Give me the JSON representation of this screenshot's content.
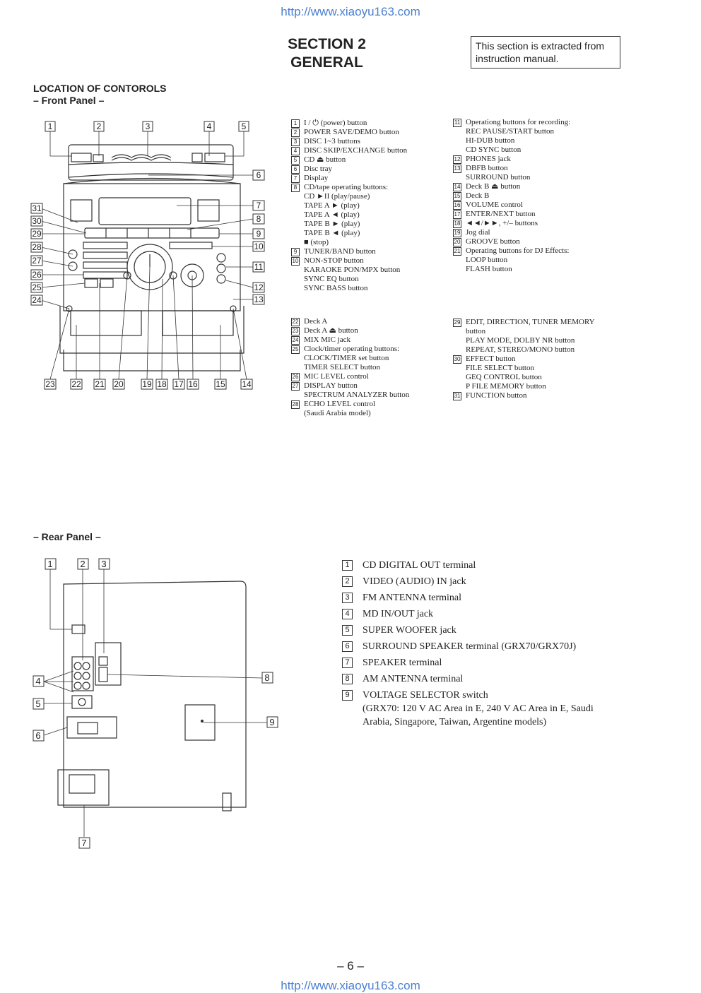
{
  "header": {
    "url": "http://www.xiaoyu163.com"
  },
  "footer": {
    "url": "http://www.xiaoyu163.com",
    "page_number": "– 6 –"
  },
  "section": {
    "line1": "SECTION  2",
    "line2": "GENERAL"
  },
  "note": "This section is extracted from instruction manual.",
  "location_heading": "LOCATION  OF  CONTOROLS",
  "front_panel_heading": "– Front Panel –",
  "rear_panel_heading": "– Rear Panel –",
  "front_callouts": [
    "1",
    "2",
    "3",
    "4",
    "5",
    "6",
    "7",
    "8",
    "9",
    "10",
    "11",
    "12",
    "13",
    "14",
    "15",
    "16",
    "17",
    "18",
    "19",
    "20",
    "21",
    "22",
    "23",
    "24",
    "25",
    "26",
    "27",
    "28",
    "29",
    "30",
    "31"
  ],
  "rear_callouts": [
    "1",
    "2",
    "3",
    "4",
    "5",
    "6",
    "7",
    "8",
    "9"
  ],
  "front_list_col1": [
    {
      "num": "1",
      "lines": [
        "I / ⏻ (power) button"
      ]
    },
    {
      "num": "2",
      "lines": [
        "POWER SAVE/DEMO button"
      ]
    },
    {
      "num": "3",
      "lines": [
        "DISC 1~3 buttons"
      ]
    },
    {
      "num": "4",
      "lines": [
        "DISC SKIP/EXCHANGE button"
      ]
    },
    {
      "num": "5",
      "lines": [
        "CD ⏏ button"
      ]
    },
    {
      "num": "6",
      "lines": [
        "Disc tray"
      ]
    },
    {
      "num": "7",
      "lines": [
        "Display"
      ]
    },
    {
      "num": "8",
      "lines": [
        "CD/tape operating buttons:",
        "CD ►II (play/pause)",
        "TAPE A ► (play)",
        "TAPE A ◄ (play)",
        "TAPE B ► (play)",
        "TAPE B ◄ (play)",
        "■ (stop)"
      ]
    },
    {
      "num": "9",
      "lines": [
        "TUNER/BAND button"
      ]
    },
    {
      "num": "10",
      "lines": [
        "NON-STOP button",
        "KARAOKE PON/MPX button",
        "SYNC EQ button",
        "SYNC BASS button"
      ]
    }
  ],
  "front_list_col1b": [
    {
      "num": "22",
      "lines": [
        "Deck A"
      ]
    },
    {
      "num": "23",
      "lines": [
        "Deck A ⏏ button"
      ]
    },
    {
      "num": "24",
      "lines": [
        "MIX MIC jack"
      ]
    },
    {
      "num": "25",
      "lines": [
        "Clock/timer operating buttons:",
        "CLOCK/TIMER set button",
        "TIMER SELECT button"
      ]
    },
    {
      "num": "26",
      "lines": [
        "MIC LEVEL control"
      ]
    },
    {
      "num": "27",
      "lines": [
        "DISPLAY button",
        "SPECTRUM ANALYZER button"
      ]
    },
    {
      "num": "28",
      "lines": [
        "ECHO LEVEL control",
        "(Saudi Arabia model)"
      ]
    }
  ],
  "front_list_col2": [
    {
      "num": "11",
      "lines": [
        "Operationg buttons for recording:",
        "REC PAUSE/START button",
        "HI-DUB button",
        "CD SYNC button"
      ]
    },
    {
      "num": "12",
      "lines": [
        "PHONES jack"
      ]
    },
    {
      "num": "13",
      "lines": [
        "DBFB button",
        "SURROUND button"
      ]
    },
    {
      "num": "14",
      "lines": [
        "Deck B ⏏ button"
      ]
    },
    {
      "num": "15",
      "lines": [
        "Deck B"
      ]
    },
    {
      "num": "16",
      "lines": [
        "VOLUME control"
      ]
    },
    {
      "num": "17",
      "lines": [
        "ENTER/NEXT button"
      ]
    },
    {
      "num": "18",
      "lines": [
        "◄◄/►►, +/– buttons"
      ]
    },
    {
      "num": "19",
      "lines": [
        "Jog dial"
      ]
    },
    {
      "num": "20",
      "lines": [
        "GROOVE button"
      ]
    },
    {
      "num": "21",
      "lines": [
        "Operating buttons for DJ Effects:",
        "LOOP button",
        "FLASH button"
      ]
    }
  ],
  "front_list_col2b": [
    {
      "num": "29",
      "lines": [
        "EDIT, DIRECTION, TUNER MEMORY",
        "button",
        "PLAY MODE, DOLBY NR button",
        "REPEAT, STEREO/MONO button"
      ]
    },
    {
      "num": "30",
      "lines": [
        "EFFECT button",
        "FILE SELECT button",
        "GEQ CONTROL button",
        "P FILE MEMORY button"
      ]
    },
    {
      "num": "31",
      "lines": [
        "FUNCTION button"
      ]
    }
  ],
  "rear_list": [
    {
      "num": "1",
      "lines": [
        "CD DIGITAL OUT terminal"
      ]
    },
    {
      "num": "2",
      "lines": [
        "VIDEO (AUDIO) IN jack"
      ]
    },
    {
      "num": "3",
      "lines": [
        "FM ANTENNA terminal"
      ]
    },
    {
      "num": "4",
      "lines": [
        "MD IN/OUT jack"
      ]
    },
    {
      "num": "5",
      "lines": [
        "SUPER WOOFER jack"
      ]
    },
    {
      "num": "6",
      "lines": [
        "SURROUND SPEAKER terminal (GRX70/GRX70J)"
      ]
    },
    {
      "num": "7",
      "lines": [
        "SPEAKER terminal"
      ]
    },
    {
      "num": "8",
      "lines": [
        "AM ANTENNA terminal"
      ]
    },
    {
      "num": "9",
      "lines": [
        "VOLTAGE SELECTOR switch",
        "(GRX70: 120 V AC Area in E, 240 V AC Area in E, Saudi",
        "Arabia, Singapore, Taiwan, Argentine models)"
      ]
    }
  ]
}
